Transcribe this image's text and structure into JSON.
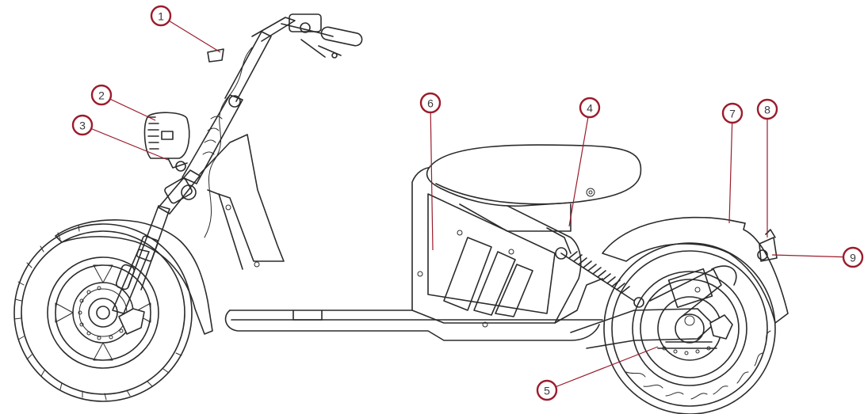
{
  "accent_color": "#9b1c2c",
  "line_color": "#2b2b2b",
  "callouts": [
    {
      "label": "1"
    },
    {
      "label": "2"
    },
    {
      "label": "3"
    },
    {
      "label": "4"
    },
    {
      "label": "5"
    },
    {
      "label": "6"
    },
    {
      "label": "7"
    },
    {
      "label": "8"
    },
    {
      "label": "9"
    }
  ]
}
